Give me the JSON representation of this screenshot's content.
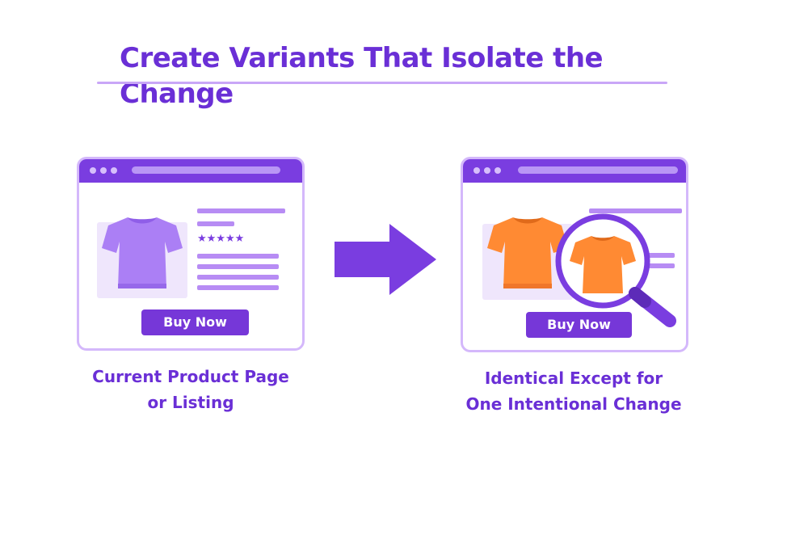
{
  "title": "Create Variants That Isolate the Change",
  "colors": {
    "accent": "#6a2fd6",
    "titlebar": "#7a3de0",
    "button": "#7637d8",
    "original_shirt": "#ab7ff5",
    "variant_shirt": "#ff8a33",
    "placeholder_lines": "#b78cf4",
    "frame_border": "#d4b8fb"
  },
  "current_page": {
    "rating_stars": "★★★★★",
    "buy_button_label": "Buy Now",
    "caption_lines": [
      "Current Product Page",
      "or Listing"
    ]
  },
  "variant_page": {
    "buy_button_label": "Buy Now",
    "caption_lines": [
      "Identical Except for",
      "One Intentional Change"
    ]
  },
  "icons": {
    "transition": "right-arrow-icon",
    "inspect": "magnifier-icon",
    "product": "t-shirt-icon"
  }
}
